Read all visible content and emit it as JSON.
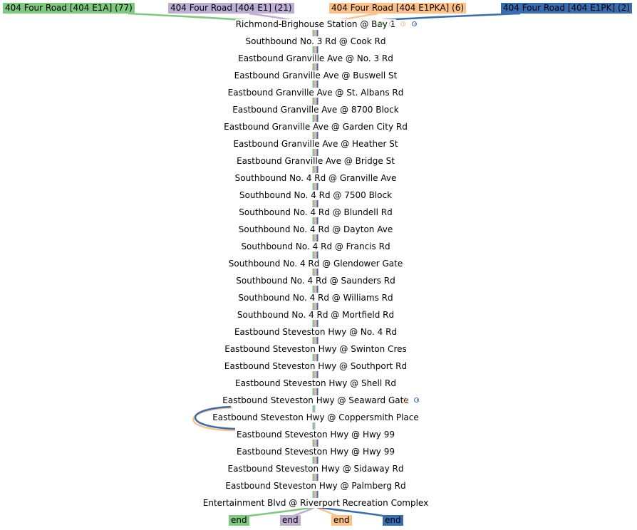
{
  "colors": {
    "e1a": "#7fc97f",
    "e1": "#beaed4",
    "e1pka": "#fdc086",
    "e1pk": "#386cb0"
  },
  "routes": [
    {
      "key": "e1a",
      "label": "404 Four Road [404 E1A] (77)",
      "end_label": "end"
    },
    {
      "key": "e1",
      "label": "404 Four Road [404 E1] (21)",
      "end_label": "end"
    },
    {
      "key": "e1pka",
      "label": "404 Four Road [404 E1PKA] (6)",
      "end_label": "end"
    },
    {
      "key": "e1pk",
      "label": "404 Four Road [404 E1PK] (2)",
      "end_label": "end"
    }
  ],
  "stops": [
    "Richmond-Brighouse Station @ Bay 1",
    "Southbound No. 3 Rd @ Cook Rd",
    "Eastbound Granville Ave @ No. 3 Rd",
    "Eastbound Granville Ave @ Buswell St",
    "Eastbound Granville Ave @ St. Albans Rd",
    "Eastbound Granville Ave @ 8700 Block",
    "Eastbound Granville Ave @ Garden City Rd",
    "Eastbound Granville Ave @ Heather St",
    "Eastbound Granville Ave @ Bridge St",
    "Southbound No. 4 Rd @ Granville Ave",
    "Southbound No. 4 Rd @ 7500 Block",
    "Southbound No. 4 Rd @ Blundell Rd",
    "Southbound No. 4 Rd @ Dayton Ave",
    "Southbound No. 4 Rd @ Francis Rd",
    "Southbound No. 4 Rd @ Glendower Gate",
    "Southbound No. 4 Rd @ Saunders Rd",
    "Southbound No. 4 Rd @ Williams Rd",
    "Southbound No. 4 Rd @ Mortfield Rd",
    "Eastbound Steveston Hwy @ No. 4 Rd",
    "Eastbound Steveston Hwy @ Swinton Cres",
    "Eastbound Steveston Hwy @ Southport Rd",
    "Eastbound Steveston Hwy @ Shell Rd",
    "Eastbound Steveston Hwy @ Seaward Gate",
    "Eastbound Steveston Hwy @ Coppersmith Place",
    "Eastbound Steveston Hwy @ Hwy 99",
    "Eastbound Steveston Hwy @ Hwy 99",
    "Eastbound Steveston Hwy @ Sidaway Rd",
    "Eastbound Steveston Hwy @ Palmberg Rd",
    "Entertainment Blvd @ Riverport Recreation Complex"
  ]
}
